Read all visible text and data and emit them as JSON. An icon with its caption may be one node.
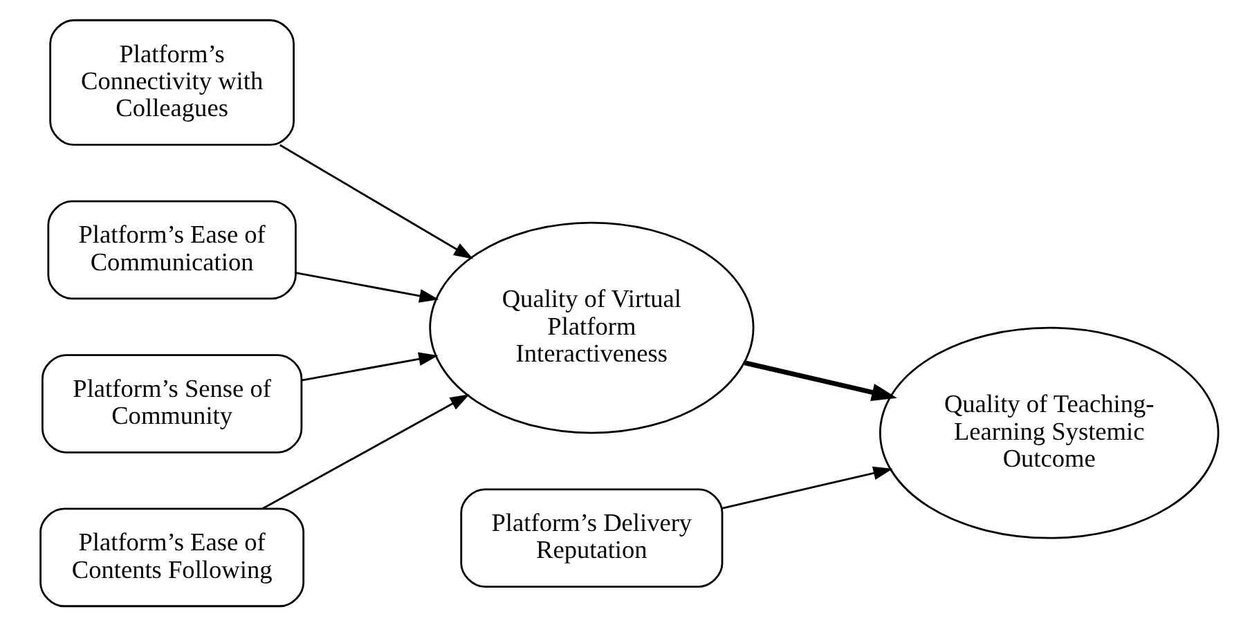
{
  "diagram": {
    "nodes": [
      {
        "text": [
          "Platform’s Connectivity with Colleagues"
        ]
      },
      {
        "text": [
          "Platform’s Ease of Communication"
        ]
      },
      {
        "text": [
          "Platform’s Delivery Reputation"
        ]
      },
      {
        "text": [
          "Quality of Virtual Platform Interactiveness"
        ]
      },
      {
        "text": [
          "Quality of Teaching-Learning Systemic Outcome"
        ]
      },
      {
        "text": [
          "Platform’s Sense of Community"
        ]
      },
      {
        "text": [
          "Platform’s Ease of Contents Following"
        ]
      }
    ],
    "edges": [
      {
        "from": 0,
        "to": 3,
        "arrow": "to"
      },
      {
        "from": 1,
        "to": 3,
        "arrow": "to"
      },
      {
        "from": 5,
        "to": 3,
        "arrow": "to"
      },
      {
        "from": 6,
        "to": 3,
        "arrow": "to"
      },
      {
        "from": 3,
        "to": 4,
        "arrow": "to",
        "style": "thick"
      },
      {
        "from": 2,
        "to": 4,
        "arrow": "to"
      }
    ]
  }
}
